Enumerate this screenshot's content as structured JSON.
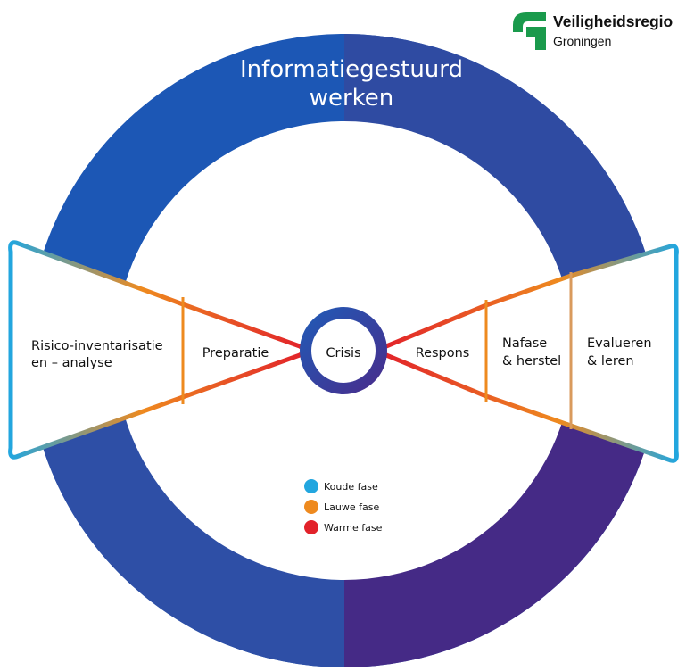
{
  "logo": {
    "name": "Veiligheidsregio",
    "region": "Groningen",
    "color": "#1a9a4c"
  },
  "ring": {
    "title_line1": "Informatiegestuurd",
    "title_line2": "werken",
    "colors": [
      "#1c57b5",
      "#2e4a9f",
      "#452a86"
    ]
  },
  "phases": {
    "left_outer": {
      "line1": "Risico-inventarisatie",
      "line2": "en – analyse"
    },
    "left_inner": "Preparatie",
    "center": "Crisis",
    "right_inner": "Respons",
    "right_mid": {
      "line1": "Nafase",
      "line2": "& herstel"
    },
    "right_outer": {
      "line1": "Evalueren",
      "line2": "& leren"
    }
  },
  "legend": [
    {
      "label": "Koude fase",
      "color": "#22a6df"
    },
    {
      "label": "Lauwe fase",
      "color": "#ee8a1f"
    },
    {
      "label": "Warme fase",
      "color": "#e2222a"
    }
  ]
}
